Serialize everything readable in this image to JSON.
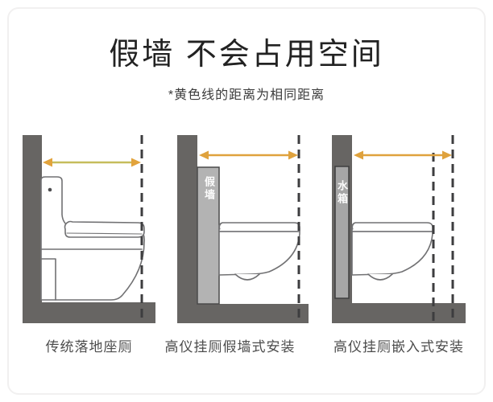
{
  "header": {
    "title": "假墙 不会占用空间",
    "subtitle": "*黄色线的距离为相同距离"
  },
  "diagrams": [
    {
      "id": "traditional-floor-toilet",
      "caption": "传统落地座厕"
    },
    {
      "id": "grohe-fake-wall-install",
      "caption": "高仪挂厕假墙式安装",
      "panel_label": "假墙"
    },
    {
      "id": "grohe-embedded-install",
      "caption": "高仪挂厕嵌入式安装",
      "panel_label": "水箱"
    }
  ],
  "icons": {
    "distance_arrow": "↔"
  },
  "colors": {
    "wall": "#676563",
    "panel": "#b3b3b3",
    "tank": "#a6a6a6",
    "dash": "#3d3d3f",
    "arrow_shaft_left": "#c6bd5c",
    "arrow_head_left": "#e2a33c",
    "arrow": "#dfa23d",
    "toilet_line": "#717173"
  }
}
